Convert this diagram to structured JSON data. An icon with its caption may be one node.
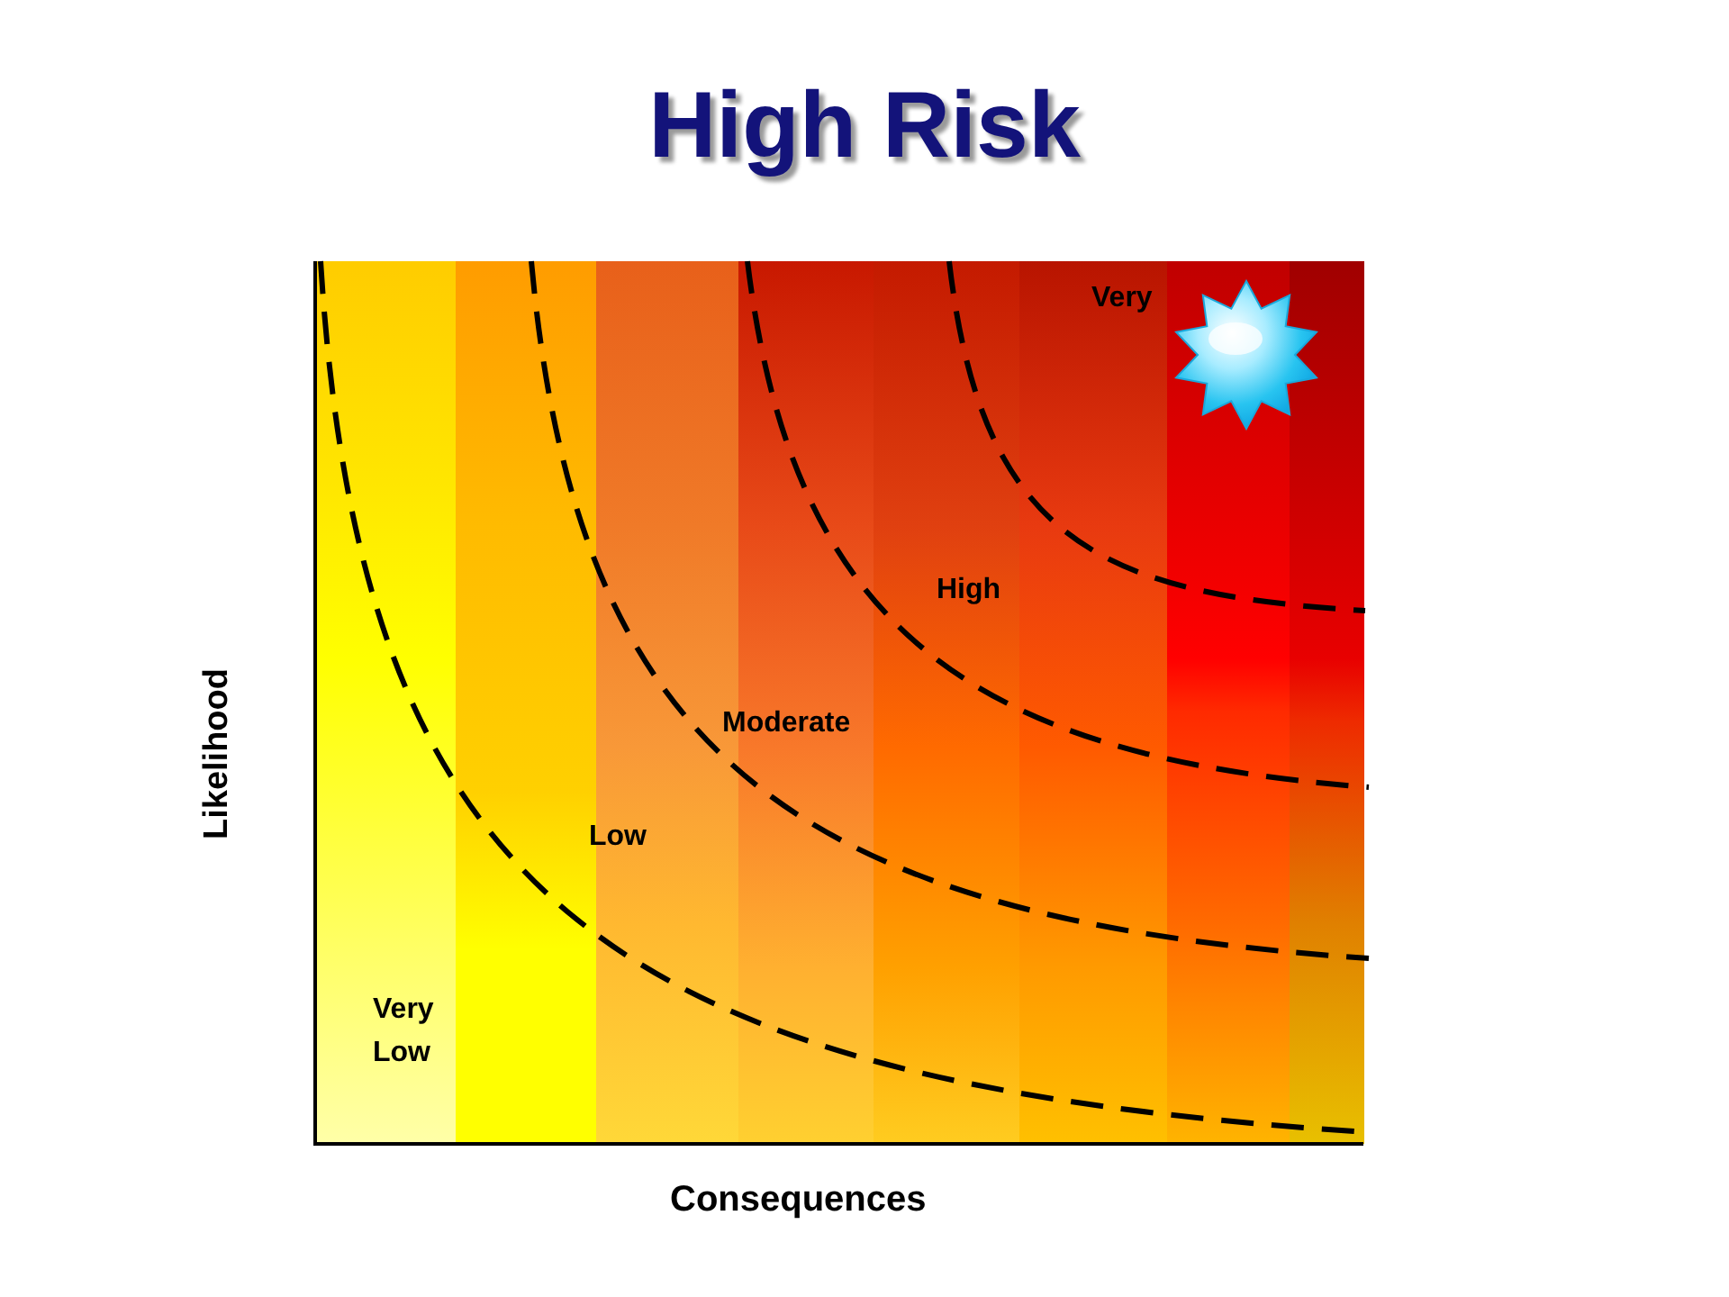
{
  "diagram": {
    "title": "High Risk",
    "labels": [
      "Very",
      "High",
      "Moderate",
      "Low",
      "Very Low",
      "Likelihood",
      "Consequences"
    ]
  }
}
